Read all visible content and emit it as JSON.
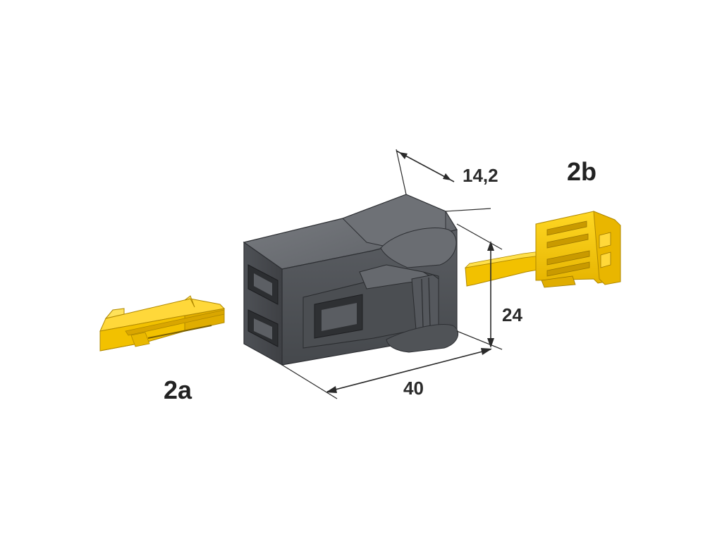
{
  "labels": {
    "part_2a": "2a",
    "part_2b": "2b"
  },
  "dimensions": {
    "width": "14,2",
    "height": "24",
    "length": "40"
  },
  "colors": {
    "housing": "#55585d",
    "housing_dark": "#3a3c40",
    "housing_light": "#7a7d82",
    "clip": "#f5c400",
    "clip_dark": "#c99a00",
    "clip_light": "#ffe04a",
    "dimension_line": "#2a2a2a"
  }
}
